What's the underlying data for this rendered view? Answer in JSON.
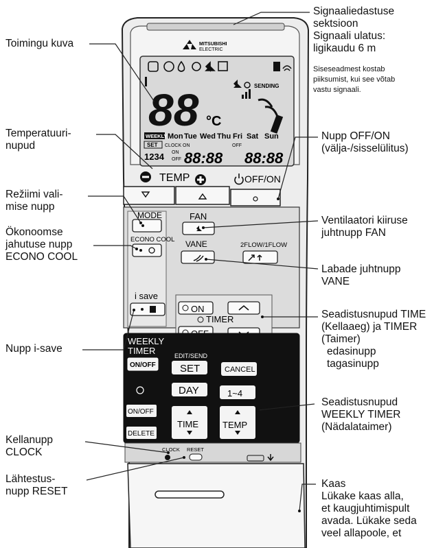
{
  "brand": {
    "name_line1": "MITSUBISHI",
    "name_line2": "ELECTRIC"
  },
  "display": {
    "temp_digits": "88",
    "temp_unit": "°C",
    "sending": "SENDING",
    "days": [
      "Mon",
      "Tue",
      "Wed",
      "Thu",
      "Fri",
      "Sat",
      "Sun"
    ],
    "weekly_tag": "WEEKLY",
    "set_tag": "SET",
    "clock_on": "CLOCK ON",
    "off_tag": "OFF",
    "on_small": "ON",
    "off_small": "OFF",
    "numbers": "1234",
    "time1": "88:88",
    "time2": "88:88"
  },
  "buttons": {
    "temp_label": "TEMP",
    "offon_label": "OFF/ON",
    "mode": "MODE",
    "fan": "FAN",
    "econo_cool": "ECONO COOL",
    "vane": "VANE",
    "flow": "2FLOW/1FLOW",
    "isave": "i save",
    "timer_on": "ON",
    "timer": "TIMER",
    "timer_off": "OFF",
    "weekly_timer_line1": "WEEKLY",
    "weekly_timer_line2": "TIMER",
    "on_off": "ON/OFF",
    "edit_send": "EDIT/SEND",
    "set": "SET",
    "cancel": "CANCEL",
    "day": "DAY",
    "range": "1~4",
    "delete": "DELETE",
    "time": "TIME",
    "temp": "TEMP",
    "clock": "CLOCK",
    "reset": "RESET"
  },
  "labels": {
    "toimingu": "Toimingu kuva",
    "temperatuuri": [
      "Temperatuuri-",
      "nupud"
    ],
    "reziimi": [
      "Režiimi vali-",
      "mise nupp"
    ],
    "okonoomse": [
      "Ökonoomse",
      "jahutuse nupp",
      "ECONO COOL"
    ],
    "isave": "Nupp i-save",
    "kellanupp": [
      "Kellanupp",
      "CLOCK"
    ],
    "lahtestus": [
      "Lähtestus-",
      "nupp RESET"
    ],
    "signaal": [
      "Signaaliedastuse",
      "sektsioon",
      "Signaali ulatus:",
      "ligikaudu 6 m"
    ],
    "signaal_note": [
      "Siseseadmest kostab",
      "piiksumist, kui see võtab",
      "vastu signaali."
    ],
    "offon": [
      "Nupp OFF/ON",
      "(välja-/sisselülitus)"
    ],
    "ventilaator": [
      "Ventilaatori kiiruse",
      "juhtnupp FAN"
    ],
    "labade": [
      "Labade juhtnupp",
      "VANE"
    ],
    "seadistus_time": [
      "Seadistusnupud TIME",
      "(Kellaaeg) ja TIMER",
      "(Taimer)",
      "edasinupp",
      "tagasinupp"
    ],
    "seadistus_weekly": [
      "Seadistusnupud",
      "WEEKLY TIMER",
      "(Nädalataimer)"
    ],
    "kaas": [
      "Kaas",
      "Lükake kaas alla,",
      "et kaugjuhtimispult",
      "avada. Lükake seda",
      "veel allapoole, et"
    ]
  }
}
